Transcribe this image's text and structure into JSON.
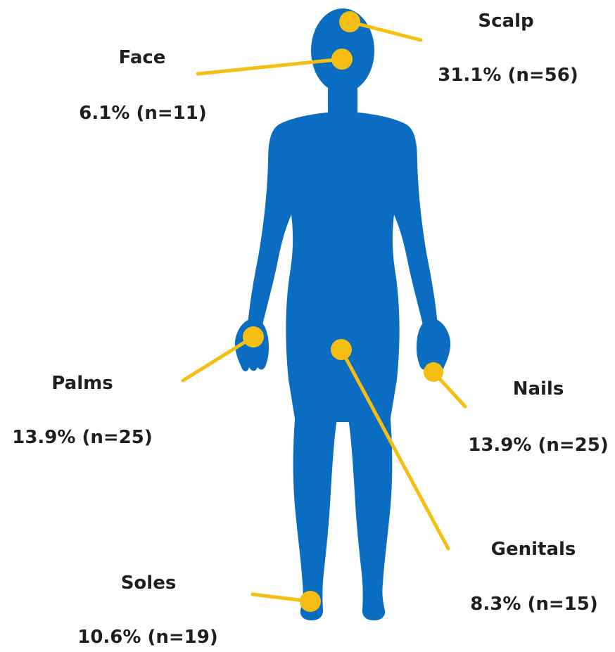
{
  "colors": {
    "body": "#0b6dc2",
    "marker": "#f4bf12",
    "text": "#1f1f1f"
  },
  "sites": [
    {
      "id": "scalp",
      "name": "Scalp",
      "value": "31.1% (n=56)"
    },
    {
      "id": "face",
      "name": "Face",
      "value": "6.1% (n=11)"
    },
    {
      "id": "palms",
      "name": "Palms",
      "value": "13.9% (n=25)"
    },
    {
      "id": "nails",
      "name": "Nails",
      "value": "13.9% (n=25)"
    },
    {
      "id": "genitals",
      "name": "Genitals",
      "value": "8.3% (n=15)"
    },
    {
      "id": "soles",
      "name": "Soles",
      "value": "10.6% (n=19)"
    }
  ]
}
